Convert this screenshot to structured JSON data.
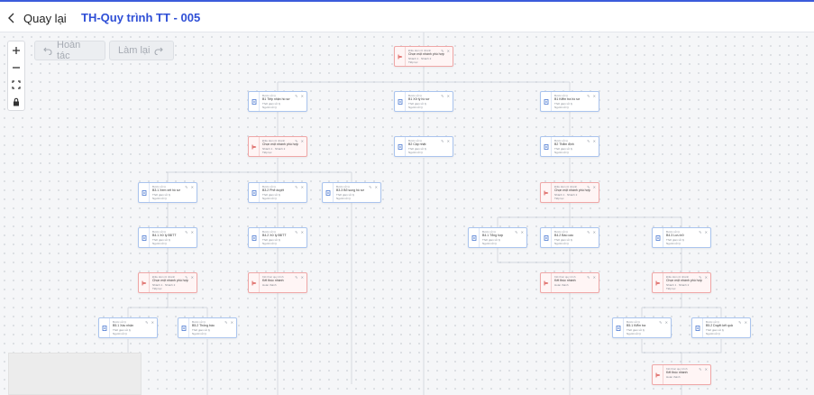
{
  "header": {
    "back_label": "Quay lại",
    "process_title": "TH-Quy trình TT - 005"
  },
  "toolbar": {
    "undo_label": "Hoàn tác",
    "redo_label": "Làm lại"
  },
  "zoom_controls": [
    "zoom-in-icon",
    "zoom-out-icon",
    "fit-view-icon",
    "lock-icon"
  ],
  "icons": {
    "step": "document-icon",
    "condition": "branch-icon",
    "back": "chevron-left-icon"
  },
  "colors": {
    "accent": "#2f4fd6",
    "step_border": "#aac4ee",
    "condition_border": "#efa7a7",
    "step_icon": "#4a78d1",
    "condition_icon": "#d9534f"
  },
  "flow": {
    "nodes": [
      {
        "id": "n0",
        "kind": "cond",
        "type": "Điều kiện rẽ nhánh",
        "name": "Chọn một nhánh phù hợp",
        "meta1": "Nhánh 1 · Nhánh 2",
        "meta2": "Tiếp tục"
      },
      {
        "id": "n1",
        "kind": "step",
        "type": "Bước xử lý",
        "name": "B1 Tiếp nhận hồ sơ",
        "meta1": "Thời gian xử lý",
        "meta2": "Người xử lý"
      },
      {
        "id": "n2",
        "kind": "step",
        "type": "Bước xử lý",
        "name": "B1 Xử lý hồ sơ",
        "meta1": "Thời gian xử lý",
        "meta2": "Người xử lý"
      },
      {
        "id": "n3",
        "kind": "step",
        "type": "Bước xử lý",
        "name": "B1 Kiểm tra hồ sơ",
        "meta1": "Thời gian xử lý",
        "meta2": "Người xử lý"
      },
      {
        "id": "n4",
        "kind": "cond",
        "type": "Điều kiện rẽ nhánh",
        "name": "Chọn một nhánh phù hợp",
        "meta1": "Nhánh 1 · Nhánh 2",
        "meta2": "Tiếp tục"
      },
      {
        "id": "n5",
        "kind": "step",
        "type": "Bước xử lý",
        "name": "B2 Cập nhật",
        "meta1": "Thời gian xử lý",
        "meta2": "Người xử lý"
      },
      {
        "id": "n6",
        "kind": "step",
        "type": "Bước xử lý",
        "name": "B2 Thẩm định",
        "meta1": "Thời gian xử lý",
        "meta2": "Người xử lý"
      },
      {
        "id": "n7",
        "kind": "step",
        "type": "Bước xử lý",
        "name": "B3.1 Xem xét hồ sơ",
        "meta1": "Thời gian xử lý",
        "meta2": "Người xử lý"
      },
      {
        "id": "n8",
        "kind": "step",
        "type": "Bước xử lý",
        "name": "B3.2 Phê duyệt",
        "meta1": "Thời gian xử lý",
        "meta2": "Người xử lý"
      },
      {
        "id": "n9",
        "kind": "step",
        "type": "Bước xử lý",
        "name": "B3.3 Bổ sung hồ sơ",
        "meta1": "Thời gian xử lý",
        "meta2": "Người xử lý"
      },
      {
        "id": "n10",
        "kind": "cond",
        "type": "Điều kiện rẽ nhánh",
        "name": "Chọn một nhánh phù hợp",
        "meta1": "Nhánh 1 · Nhánh 2",
        "meta2": "Tiếp tục"
      },
      {
        "id": "n11",
        "kind": "step",
        "type": "Bước xử lý",
        "name": "B4.1 Xử lý BĐTT",
        "meta1": "Thời gian xử lý",
        "meta2": "Người xử lý"
      },
      {
        "id": "n12",
        "kind": "step",
        "type": "Bước xử lý",
        "name": "B4.2 Xử lý BĐTT",
        "meta1": "Thời gian xử lý",
        "meta2": "Người xử lý"
      },
      {
        "id": "n13",
        "kind": "step",
        "type": "Bước xử lý",
        "name": "B4.1 Tổng hợp",
        "meta1": "Thời gian xử lý",
        "meta2": "Người xử lý"
      },
      {
        "id": "n14",
        "kind": "step",
        "type": "Bước xử lý",
        "name": "B4.2 Báo cáo",
        "meta1": "Thời gian xử lý",
        "meta2": "Người xử lý"
      },
      {
        "id": "n15",
        "kind": "step",
        "type": "Bước xử lý",
        "name": "B4.3 Lưu trữ",
        "meta1": "Thời gian xử lý",
        "meta2": "Người xử lý"
      },
      {
        "id": "n16",
        "kind": "cond",
        "type": "Điều kiện rẽ nhánh",
        "name": "Chọn một nhánh phù hợp",
        "meta1": "Nhánh 1 · Nhánh 2",
        "meta2": "Tiếp tục"
      },
      {
        "id": "n17",
        "kind": "cond",
        "type": "Kết thúc quy trình",
        "name": "Kết thúc nhánh",
        "meta1": "Hoàn thành",
        "meta2": ""
      },
      {
        "id": "n18",
        "kind": "cond",
        "type": "Kết thúc quy trình",
        "name": "Kết thúc nhánh",
        "meta1": "Hoàn thành",
        "meta2": ""
      },
      {
        "id": "n19",
        "kind": "cond",
        "type": "Điều kiện rẽ nhánh",
        "name": "Chọn một nhánh phù hợp",
        "meta1": "Nhánh 1 · Nhánh 2",
        "meta2": "Tiếp tục"
      },
      {
        "id": "n20",
        "kind": "step",
        "type": "Bước xử lý",
        "name": "B5.1 Xác nhận",
        "meta1": "Thời gian xử lý",
        "meta2": "Người xử lý"
      },
      {
        "id": "n21",
        "kind": "step",
        "type": "Bước xử lý",
        "name": "B5.2 Thông báo",
        "meta1": "Thời gian xử lý",
        "meta2": "Người xử lý"
      },
      {
        "id": "n22",
        "kind": "step",
        "type": "Bước xử lý",
        "name": "B5.1 Kiểm tra",
        "meta1": "Thời gian xử lý",
        "meta2": "Người xử lý"
      },
      {
        "id": "n23",
        "kind": "step",
        "type": "Bước xử lý",
        "name": "B5.2 Duyệt kết quả",
        "meta1": "Thời gian xử lý",
        "meta2": "Người xử lý"
      },
      {
        "id": "n24",
        "kind": "cond",
        "type": "Kết thúc quy trình",
        "name": "Kết thúc nhánh",
        "meta1": "Hoàn thành",
        "meta2": ""
      }
    ]
  }
}
